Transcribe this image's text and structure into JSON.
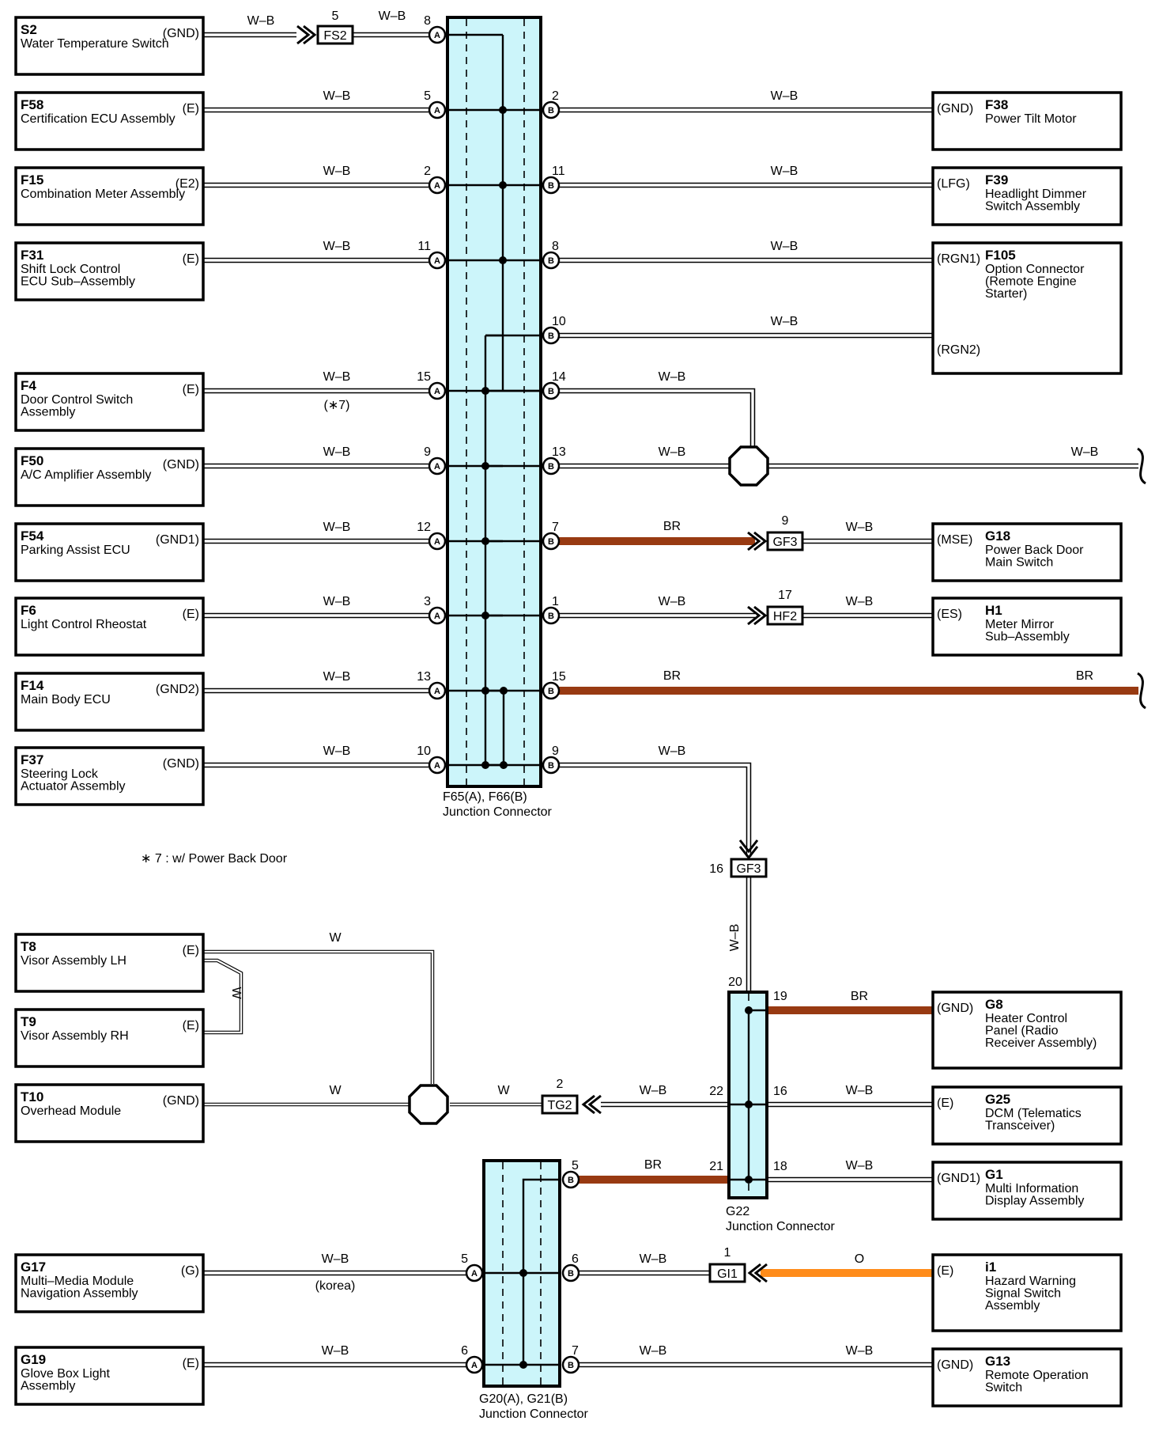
{
  "components": [
    {
      "key": "s2",
      "id": "S2",
      "lines": [
        "Water Temperature Switch"
      ],
      "term": "(GND)"
    },
    {
      "key": "f58",
      "id": "F58",
      "lines": [
        "Certification ECU Assembly"
      ],
      "term": "(E)"
    },
    {
      "key": "f15",
      "id": "F15",
      "lines": [
        "Combination Meter Assembly"
      ],
      "term": "(E2)"
    },
    {
      "key": "f31",
      "id": "F31",
      "lines": [
        "Shift Lock Control",
        "ECU Sub–Assembly"
      ],
      "term": "(E)"
    },
    {
      "key": "f4",
      "id": "F4",
      "lines": [
        "Door Control Switch",
        "Assembly"
      ],
      "term": "(E)"
    },
    {
      "key": "f50",
      "id": "F50",
      "lines": [
        "A/C Amplifier Assembly"
      ],
      "term": "(GND)"
    },
    {
      "key": "f54",
      "id": "F54",
      "lines": [
        "Parking Assist ECU"
      ],
      "term": "(GND1)"
    },
    {
      "key": "f6",
      "id": "F6",
      "lines": [
        "Light Control Rheostat"
      ],
      "term": "(E)"
    },
    {
      "key": "f14",
      "id": "F14",
      "lines": [
        "Main Body ECU"
      ],
      "term": "(GND2)"
    },
    {
      "key": "f37",
      "id": "F37",
      "lines": [
        "Steering Lock",
        "Actuator Assembly"
      ],
      "term": "(GND)"
    },
    {
      "key": "f38",
      "id": "F38",
      "lines": [
        "Power Tilt Motor"
      ],
      "term": "(GND)"
    },
    {
      "key": "f39",
      "id": "F39",
      "lines": [
        "Headlight Dimmer",
        "Switch Assembly"
      ],
      "term": "(LFG)"
    },
    {
      "key": "f105",
      "id": "F105",
      "lines": [
        "Option Connector",
        "(Remote Engine",
        "Starter)"
      ],
      "term": "(RGN1)",
      "term2": "(RGN2)"
    },
    {
      "key": "g18",
      "id": "G18",
      "lines": [
        "Power Back Door",
        "Main Switch"
      ],
      "term": "(MSE)"
    },
    {
      "key": "h1",
      "id": "H1",
      "lines": [
        "Meter Mirror",
        "Sub–Assembly"
      ],
      "term": "(ES)"
    },
    {
      "key": "t8",
      "id": "T8",
      "lines": [
        "Visor Assembly LH"
      ],
      "term": "(E)"
    },
    {
      "key": "t9",
      "id": "T9",
      "lines": [
        "Visor Assembly RH"
      ],
      "term": "(E)"
    },
    {
      "key": "t10",
      "id": "T10",
      "lines": [
        "Overhead Module"
      ],
      "term": "(GND)"
    },
    {
      "key": "g8",
      "id": "G8",
      "lines": [
        "Heater Control",
        "Panel (Radio",
        "Receiver Assembly)"
      ],
      "term": "(GND)"
    },
    {
      "key": "g25",
      "id": "G25",
      "lines": [
        "DCM (Telematics",
        "Transceiver)"
      ],
      "term": "(E)"
    },
    {
      "key": "g1",
      "id": "G1",
      "lines": [
        "Multi Information",
        "Display Assembly"
      ],
      "term": "(GND1)"
    },
    {
      "key": "g17",
      "id": "G17",
      "lines": [
        "Multi–Media Module",
        "Navigation Assembly"
      ],
      "term": "(G)"
    },
    {
      "key": "i1",
      "id": "i1",
      "lines": [
        "Hazard Warning",
        "Signal Switch",
        "Assembly"
      ],
      "term": "(E)"
    },
    {
      "key": "g19",
      "id": "G19",
      "lines": [
        "Glove Box Light",
        "Assembly"
      ],
      "term": "(E)"
    },
    {
      "key": "g13",
      "id": "G13",
      "lines": [
        "Remote Operation",
        "Switch"
      ],
      "term": "(GND)"
    }
  ],
  "junctions": {
    "f65": {
      "name": "F65(A), F66(B)",
      "label": "Junction Connector"
    },
    "g22": {
      "name": "G22",
      "label": "Junction Connector"
    },
    "g20": {
      "name": "G20(A), G21(B)",
      "label": "Junction Connector"
    }
  },
  "connectors": [
    {
      "key": "fs2",
      "label": "FS2",
      "pin": "5"
    },
    {
      "key": "gf3a",
      "label": "GF3",
      "pin": "9"
    },
    {
      "key": "hf2",
      "label": "HF2",
      "pin": "17"
    },
    {
      "key": "gf3b",
      "label": "GF3",
      "pin": "16"
    },
    {
      "key": "tg2",
      "label": "TG2",
      "pin": "2"
    },
    {
      "key": "gi1",
      "label": "GI1",
      "pin": "1"
    }
  ],
  "pins": {
    "a": [
      "8",
      "5",
      "2",
      "11",
      "15",
      "9",
      "12",
      "3",
      "13",
      "10"
    ],
    "b": [
      "2",
      "11",
      "8",
      "10",
      "14",
      "13",
      "7",
      "1",
      "15",
      "9"
    ],
    "g22": [
      "20",
      "19",
      "22",
      "16",
      "21",
      "18"
    ],
    "g20": [
      "5",
      "6",
      "5",
      "6",
      "7"
    ]
  },
  "pin_letters": {
    "a": "A",
    "b": "B"
  },
  "wire_colors": {
    "wb": "W–B",
    "br": "BR",
    "w": "W",
    "o": "O"
  },
  "notes": {
    "star7": "(∗7)",
    "korea": "(korea)",
    "footnote": "∗ 7 : w/ Power Back Door"
  },
  "colors": {
    "junction_fill": "#ccf5fa",
    "br_wire": "#983a12",
    "o_wire": "#ff8c1a"
  }
}
